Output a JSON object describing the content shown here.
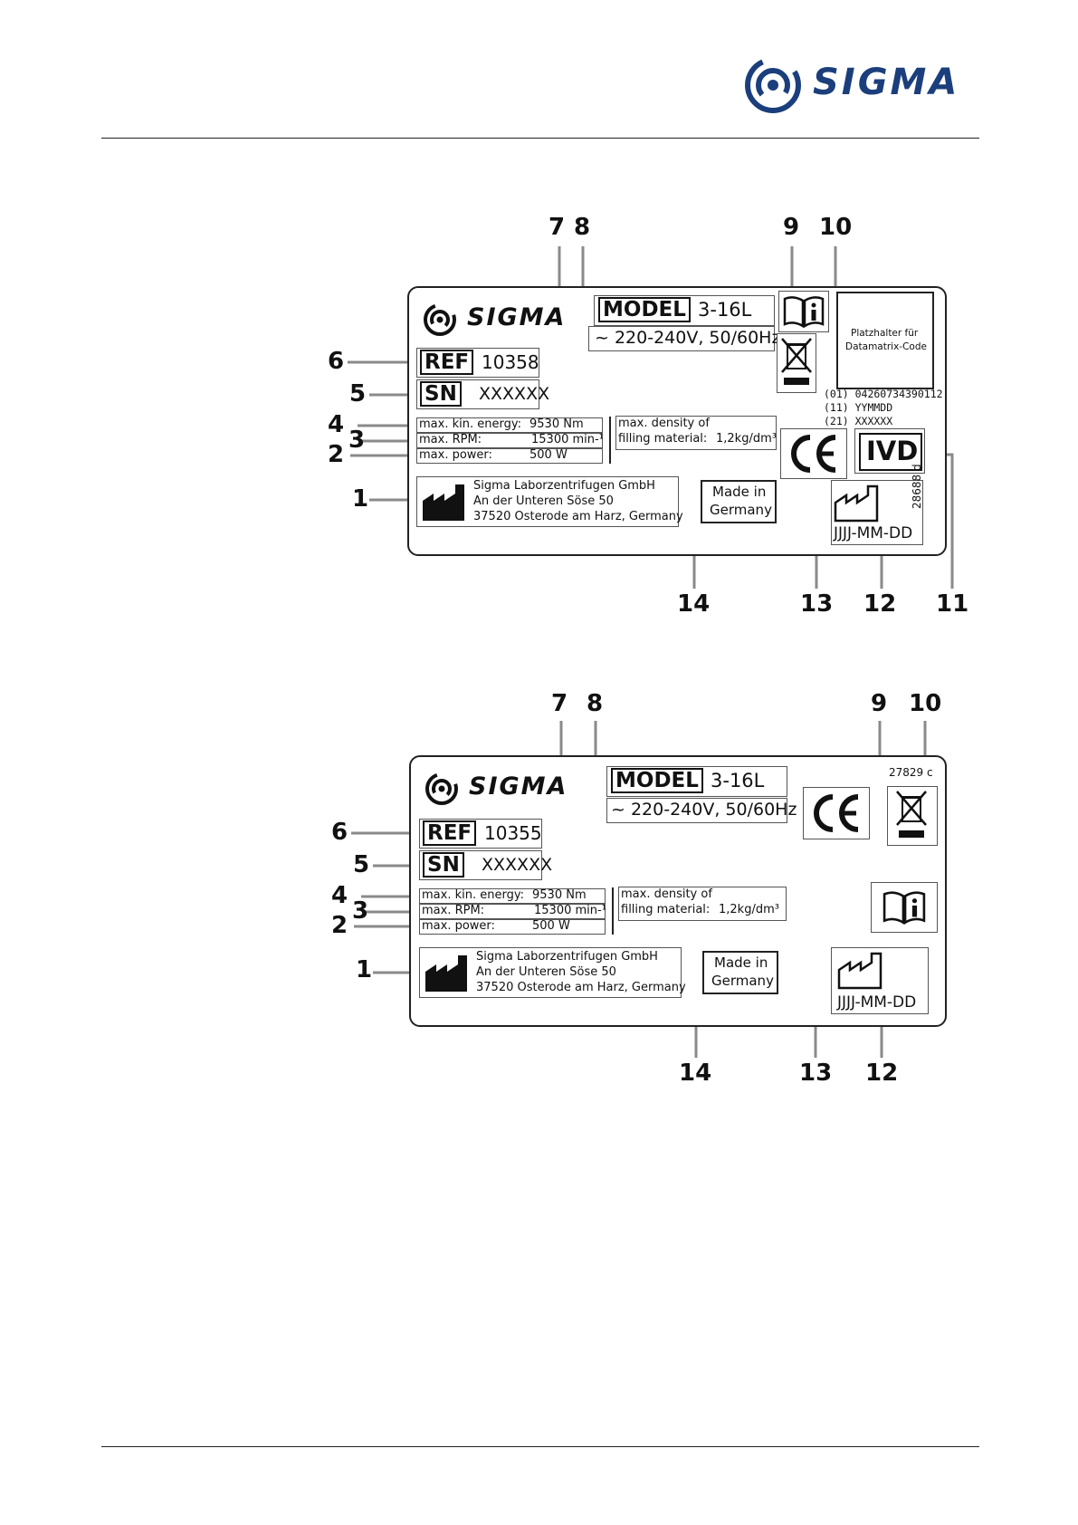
{
  "header": {
    "brand": "SIGMA"
  },
  "labels": [
    {
      "brand": "SIGMA",
      "model_key": "MODEL",
      "model": "3-16L",
      "voltage": "~ 220-240V, 50/60Hz",
      "ref_key": "REF",
      "ref": "10358",
      "sn_key": "SN",
      "sn": "XXXXXX",
      "specs": [
        {
          "label": "max. kin. energy:",
          "value": "9530 Nm"
        },
        {
          "label": "max. RPM:",
          "value": "15300 min-¹"
        },
        {
          "label": "max. power:",
          "value": "500 W"
        }
      ],
      "density_line1": "max. density of",
      "density_line2": "filling material:",
      "density_value": "1,2kg/dm³",
      "manufacturer": [
        "Sigma Laborzentrifugen GmbH",
        "An der Unteren Söse 50",
        "37520 Osterode am Harz, Germany"
      ],
      "made_in": [
        "Made in",
        "Germany"
      ],
      "date": "JJJJ-MM-DD",
      "datamatrix": [
        "Platzhalter für",
        "Datamatrix-Code"
      ],
      "gs1": [
        "(01) 04260734390112",
        "(11) YYMMDD",
        "(21) XXXXXX"
      ],
      "ivd": "IVD",
      "ce": "CE",
      "doc_code": "28688 d",
      "callouts": [
        "7",
        "8",
        "9",
        "10",
        "6",
        "5",
        "4",
        "3",
        "2",
        "1",
        "14",
        "13",
        "12",
        "11"
      ]
    },
    {
      "brand": "SIGMA",
      "model_key": "MODEL",
      "model": "3-16L",
      "voltage": "~ 220-240V, 50/60Hz",
      "ref_key": "REF",
      "ref": "10355",
      "sn_key": "SN",
      "sn": "XXXXXX",
      "specs": [
        {
          "label": "max. kin. energy:",
          "value": "9530 Nm"
        },
        {
          "label": "max. RPM:",
          "value": "15300 min-¹"
        },
        {
          "label": "max. power:",
          "value": "500 W"
        }
      ],
      "density_line1": "max. density of",
      "density_line2": "filling material:",
      "density_value": "1,2kg/dm³",
      "manufacturer": [
        "Sigma Laborzentrifugen GmbH",
        "An der Unteren Söse 50",
        "37520 Osterode am Harz, Germany"
      ],
      "made_in": [
        "Made in",
        "Germany"
      ],
      "date": "JJJJ-MM-DD",
      "ce": "CE",
      "doc_code": "27829 c",
      "callouts": [
        "7",
        "8",
        "9",
        "10",
        "6",
        "5",
        "4",
        "3",
        "2",
        "1",
        "14",
        "13",
        "12"
      ]
    }
  ]
}
